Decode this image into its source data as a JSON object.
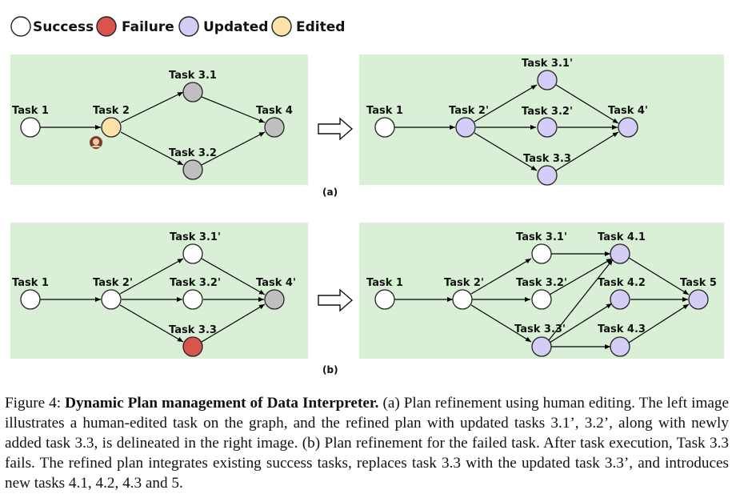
{
  "legend": {
    "success": "Success",
    "failure": "Failure",
    "updated": "Updated",
    "edited": "Edited"
  },
  "colors": {
    "background": "#d9f0d6",
    "success": "#ffffff",
    "failure": "#d9534f",
    "updated": "#d4cdf5",
    "edited": "#fbe2a8",
    "pending": "#bfbfbf"
  },
  "panels": {
    "a_left": {
      "task1": "Task 1",
      "task2": "Task 2",
      "task31": "Task 3.1",
      "task32": "Task 3.2",
      "task4": "Task 4"
    },
    "a_right": {
      "task1": "Task 1",
      "task2": "Task 2'",
      "task31": "Task 3.1'",
      "task32": "Task 3.2'",
      "task33": "Task 3.3",
      "task4": "Task 4'"
    },
    "b_left": {
      "task1": "Task 1",
      "task2": "Task 2'",
      "task31": "Task 3.1'",
      "task32": "Task 3.2'",
      "task33": "Task 3.3",
      "task4": "Task 4'"
    },
    "b_right": {
      "task1": "Task 1",
      "task2": "Task 2'",
      "task31": "Task 3.1'",
      "task32": "Task 3.2'",
      "task33": "Task 3.3'",
      "task41": "Task 4.1",
      "task42": "Task 4.2",
      "task43": "Task 4.3",
      "task5": "Task 5"
    }
  },
  "sublabels": {
    "a": "(a)",
    "b": "(b)"
  },
  "caption": {
    "fig_label": "Figure 4:",
    "title": "Dynamic Plan management of Data Interpreter.",
    "body": "(a) Plan refinement using human editing. The left image illustrates a human-edited task on the graph, and the refined plan with updated tasks 3.1’, 3.2’, along with newly added task 3.3, is delineated in the right image. (b) Plan refinement for the failed task. After task execution, Task 3.3 fails. The refined plan integrates existing success tasks, replaces task 3.3 with the updated task 3.3’, and introduces new tasks 4.1, 4.2, 4.3 and 5."
  }
}
